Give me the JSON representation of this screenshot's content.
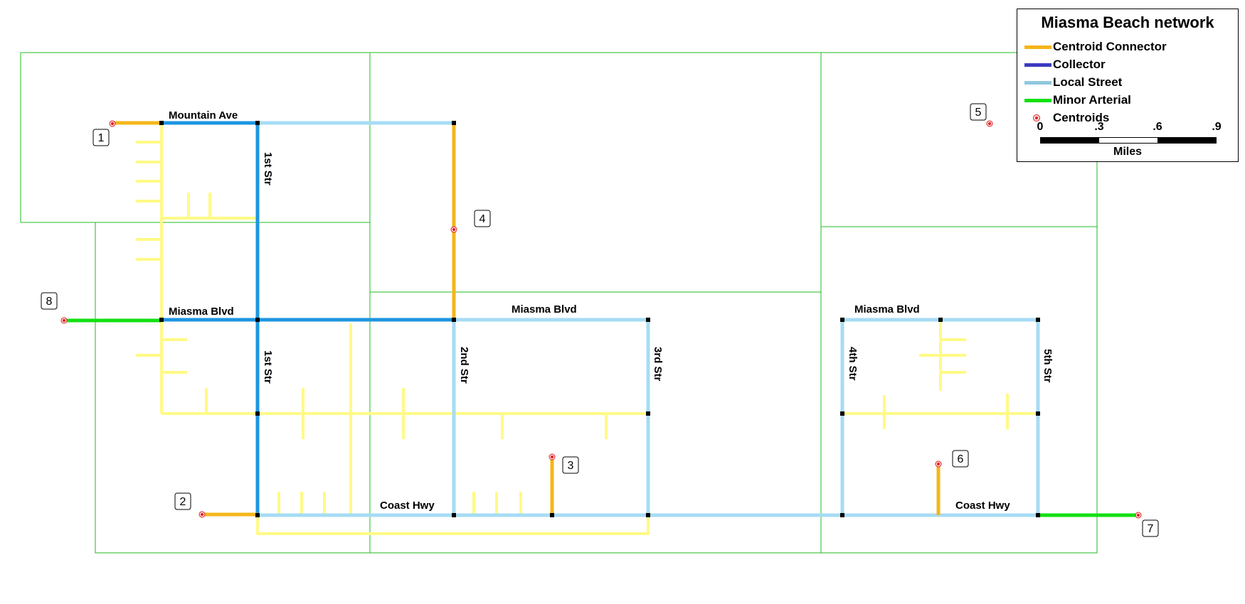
{
  "legend": {
    "title": "Miasma Beach network",
    "items": [
      {
        "label": "Centroid Connector",
        "color": "#f4b61a",
        "kind": "line"
      },
      {
        "label": "Collector",
        "color": "#3a3cc0",
        "kind": "line"
      },
      {
        "label": "Local Street",
        "color": "#90c8e0",
        "kind": "line"
      },
      {
        "label": "Minor Arterial",
        "color": "#12e012",
        "kind": "line"
      },
      {
        "label": "Centroids",
        "color": "#e02020",
        "kind": "point"
      }
    ],
    "scale": {
      "ticks": [
        "0",
        ".3",
        ".6",
        ".9"
      ],
      "units": "Miles",
      "segment_colors": [
        "#000000",
        "#ffffff",
        "#000000"
      ]
    }
  },
  "colors": {
    "zone_boundary": "#22bb22",
    "collector_drawn": "#1c96e0",
    "local_drawn": "#a6dcf4",
    "minor_road": "#fffa86",
    "connector": "#f4b61a",
    "arterial": "#12e012",
    "node": "#000000",
    "centroid": "#e02020"
  },
  "street_labels": {
    "mountain_ave": "Mountain Ave",
    "first_str_north": "1st Str",
    "miasma_blvd_west": "Miasma Blvd",
    "first_str_south": "1st Str",
    "miasma_blvd_center": "Miasma Blvd",
    "second_str": "2nd Str",
    "third_str": "3rd Str",
    "miasma_blvd_east": "Miasma Blvd",
    "fourth_str": "4th Str",
    "fifth_str": "5th Str",
    "coast_hwy_center": "Coast Hwy",
    "coast_hwy_east": "Coast Hwy"
  },
  "centroids": [
    {
      "label": "1"
    },
    {
      "label": "2"
    },
    {
      "label": "3"
    },
    {
      "label": "4"
    },
    {
      "label": "5"
    },
    {
      "label": "6"
    },
    {
      "label": "7"
    },
    {
      "label": "8"
    }
  ]
}
